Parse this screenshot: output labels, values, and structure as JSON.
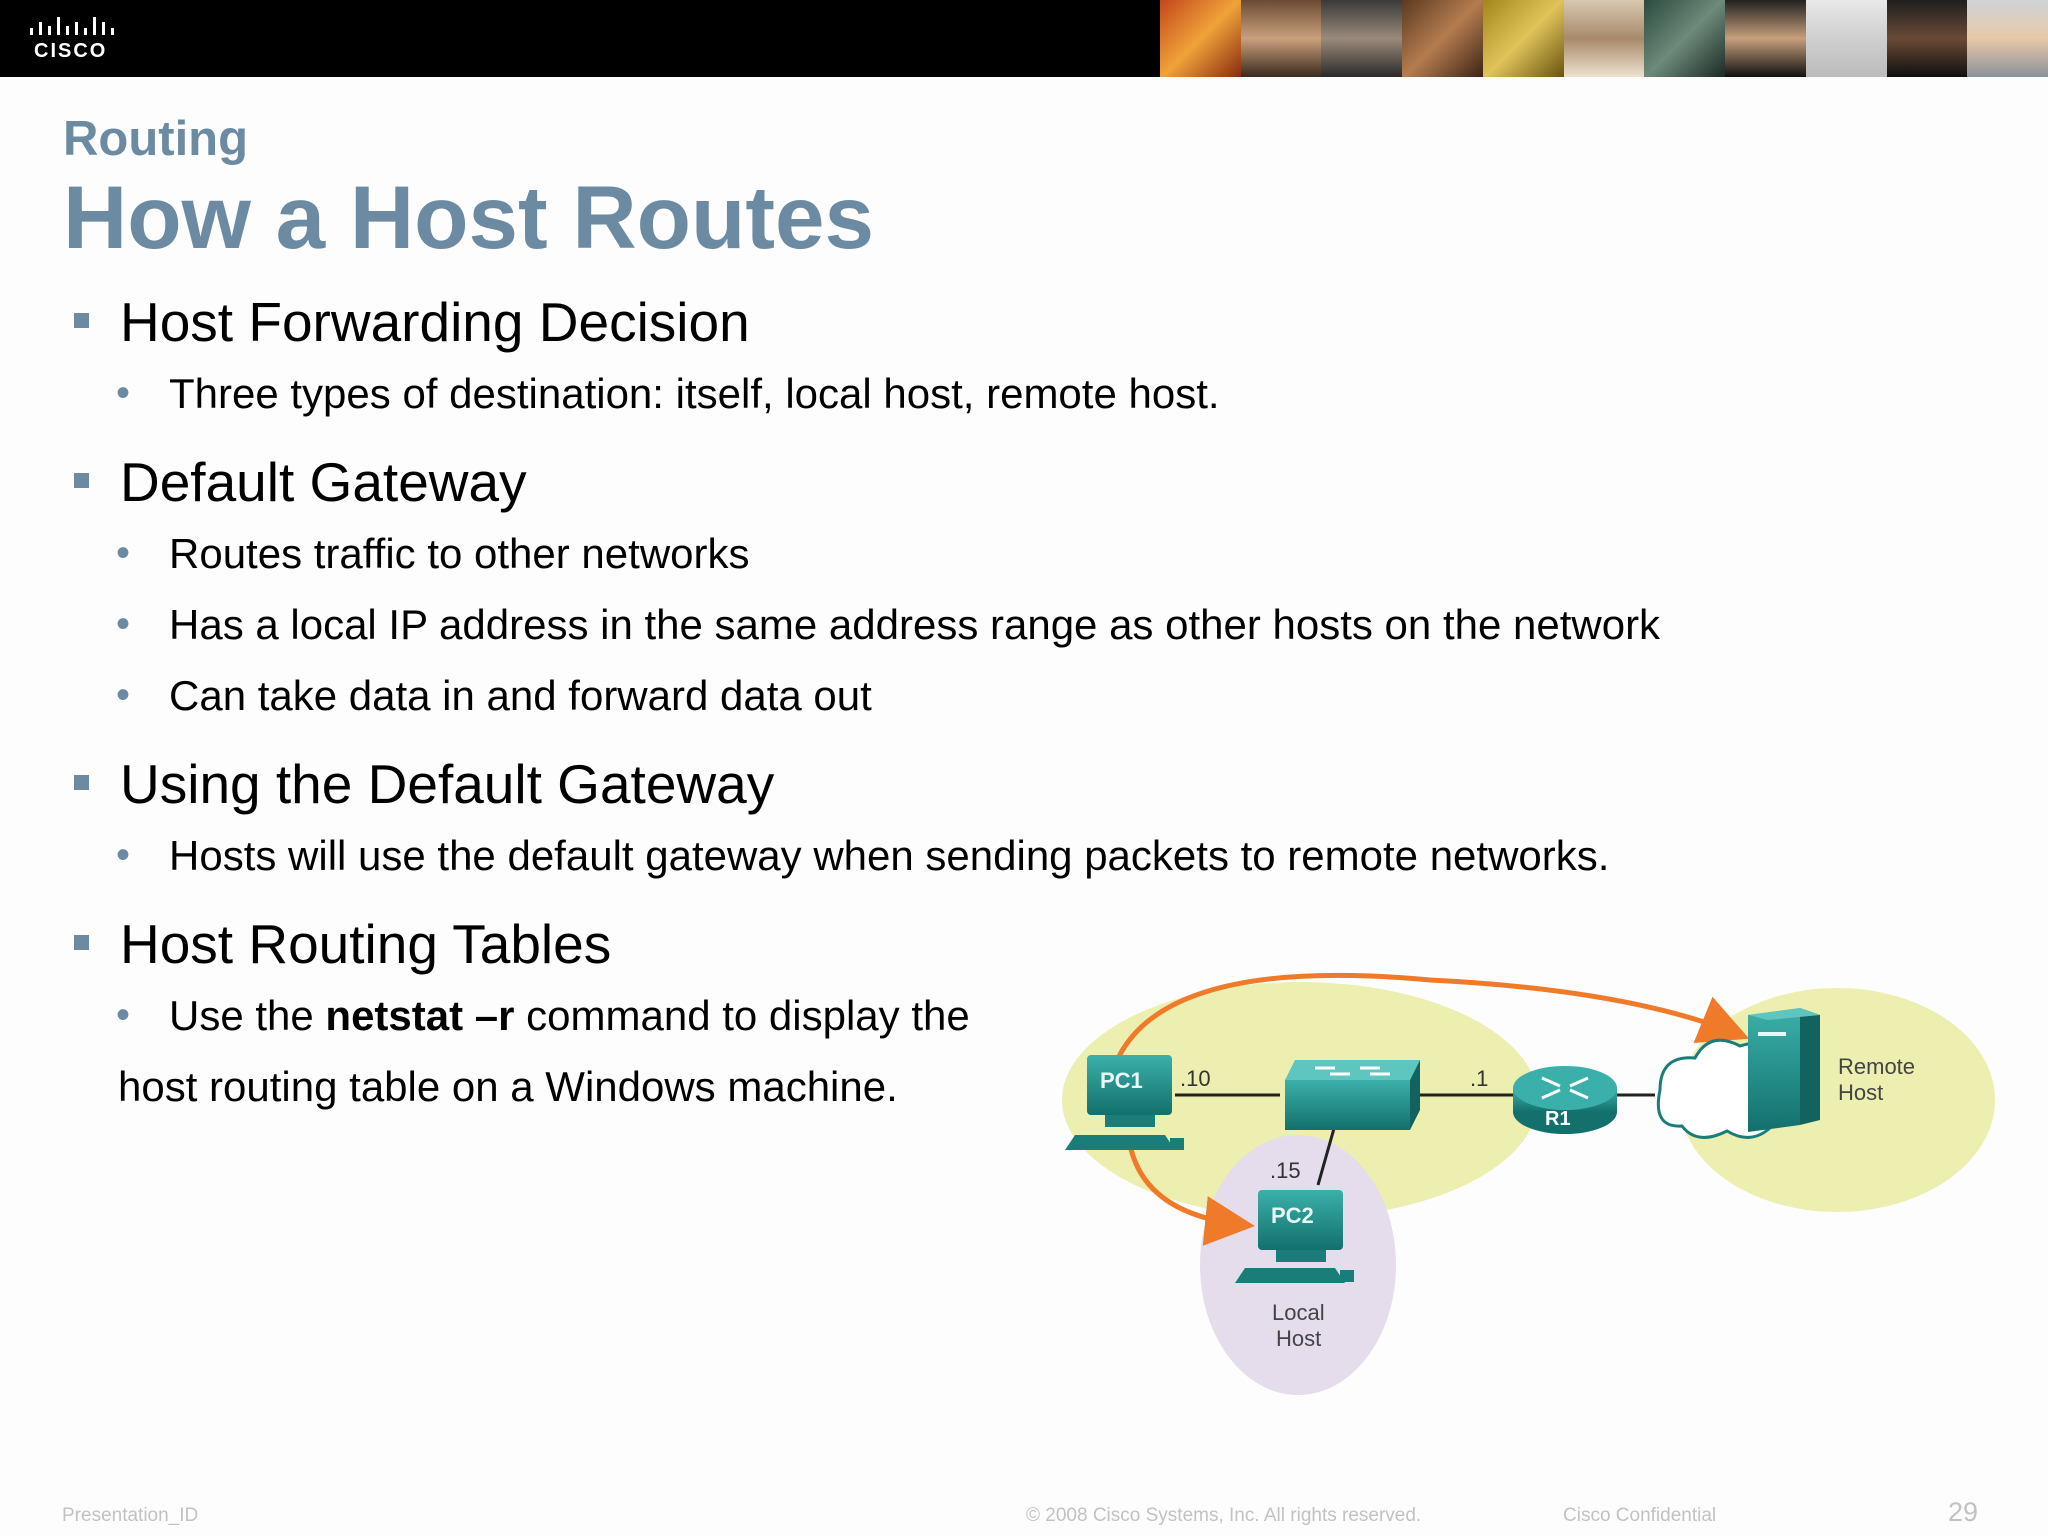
{
  "header": {
    "logo_text": "CISCO"
  },
  "slide": {
    "section": "Routing",
    "title": "How a Host Routes",
    "bullets": [
      {
        "text": "Host Forwarding Decision",
        "sub": [
          "Three types of destination: itself, local host, remote host."
        ]
      },
      {
        "text": "Default Gateway",
        "sub": [
          "Routes traffic to other networks",
          "Has a local IP address in the same address range as other hosts on the network",
          "Can take data in and forward data out"
        ]
      },
      {
        "text": "Using the Default Gateway",
        "sub": [
          "Hosts will use the default gateway when sending packets to remote networks."
        ]
      },
      {
        "text": "Host Routing Tables",
        "sub_parts": {
          "before": "Use the ",
          "bold": "netstat –r",
          "after": " command to display the",
          "continuation": "host routing table on a Windows machine."
        }
      }
    ]
  },
  "diagram": {
    "pc1": "PC1",
    "pc1_ip": ".10",
    "pc2": "PC2",
    "pc2_ip": ".15",
    "router": "R1",
    "router_ip": ".1",
    "remote_line1": "Remote",
    "remote_line2": "Host",
    "local_line1": "Local",
    "local_line2": "Host",
    "colors": {
      "local_network": "#ecefb0",
      "local_host_zone": "#e5dcec",
      "device": "#1f8f8a",
      "arrow": "#ef7b2a"
    }
  },
  "footer": {
    "presentation_id": "Presentation_ID",
    "copyright": "© 2008 Cisco Systems, Inc. All rights reserved.",
    "confidential": "Cisco Confidential",
    "page_number": "29"
  }
}
